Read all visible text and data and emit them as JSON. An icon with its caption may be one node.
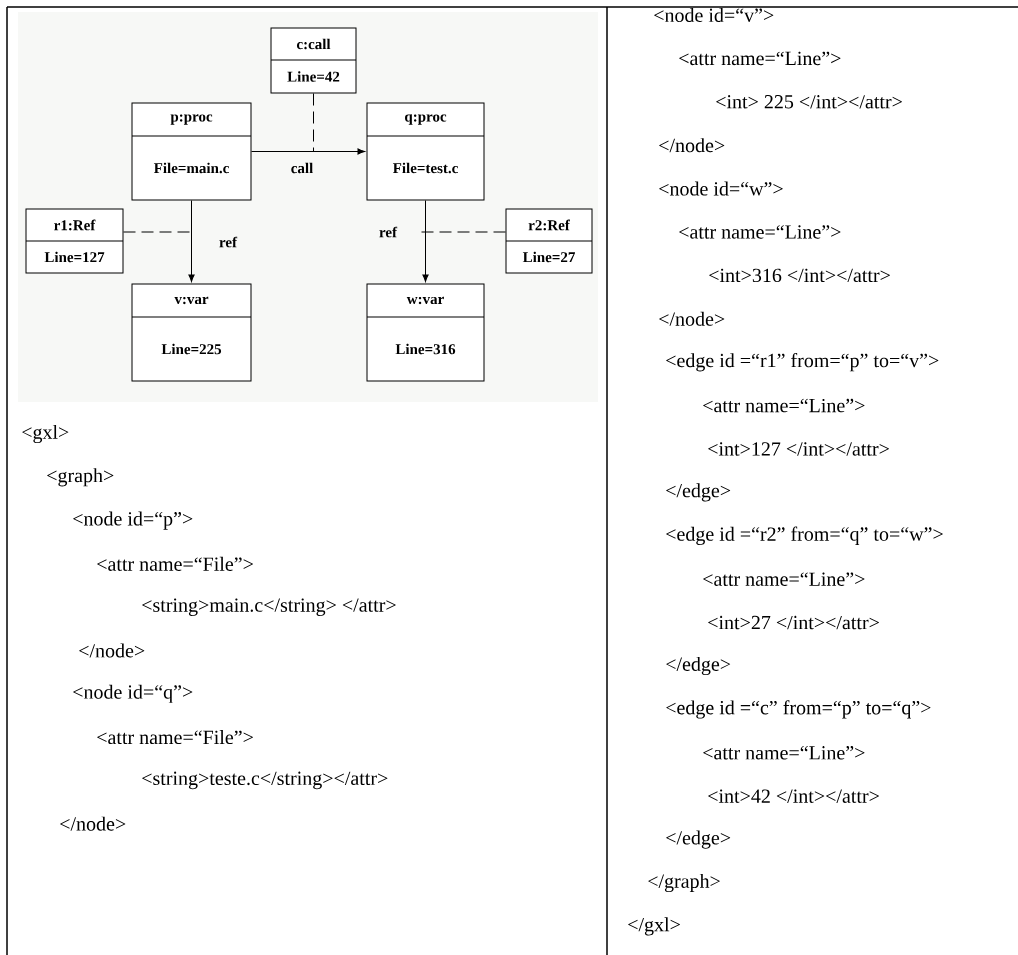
{
  "diagram": {
    "nodes": [
      {
        "text": [
          "c:call",
          "Line=42"
        ]
      },
      {
        "text": [
          "p:proc",
          "File=main.c"
        ]
      },
      {
        "text": [
          "q:proc",
          "File=test.c"
        ]
      },
      {
        "text": [
          "r1:Ref",
          "Line=127"
        ]
      },
      {
        "text": [
          "r2:Ref",
          "Line=27"
        ]
      },
      {
        "text": [
          "v:var",
          "Line=225"
        ]
      },
      {
        "text": [
          "w:var",
          "Line=316"
        ]
      }
    ],
    "edges": [
      {
        "from": 1,
        "to": 2,
        "arrow": "to",
        "label": "call"
      },
      {
        "from": 1,
        "to": 5,
        "arrow": "to",
        "label": "ref"
      },
      {
        "from": 2,
        "to": 6,
        "arrow": "to",
        "label": "ref"
      },
      {
        "from": 0,
        "to": null,
        "arrow": "none",
        "style": "dashed"
      },
      {
        "from": 3,
        "to": null,
        "arrow": "none",
        "style": "dashed"
      },
      {
        "from": 4,
        "to": null,
        "arrow": "none",
        "style": "dashed"
      }
    ],
    "labels": [
      "<gxl>",
      "<graph>",
      "<node id=“p”>",
      "<attr name=“File”>",
      "<string>main.c</string> </attr>",
      "</node>",
      "<node id=“q”>",
      "<attr name=“File”>",
      "<string>teste.c</string></attr>",
      "</node>",
      "<node id=“v”>",
      "<attr name=“Line”>",
      "<int> 225 </int></attr>",
      "</node>",
      "<node id=“w”>",
      "<attr name=“Line”>",
      "<int>316 </int></attr>",
      "</node>",
      "<edge id =“r1” from=“p” to=“v”>",
      "<attr name=“Line”>",
      "<int>127 </int></attr>",
      "</edge>",
      "<edge id =“r2” from=“q” to=“w”>",
      "<attr name=“Line”>",
      "<int>27 </int></attr>",
      "</edge>",
      "<edge id =“c” from=“p” to=“q”>",
      "<attr name=“Line”>",
      "<int>42 </int></attr>",
      "</edge>",
      "</graph>",
      "</gxl>"
    ]
  }
}
